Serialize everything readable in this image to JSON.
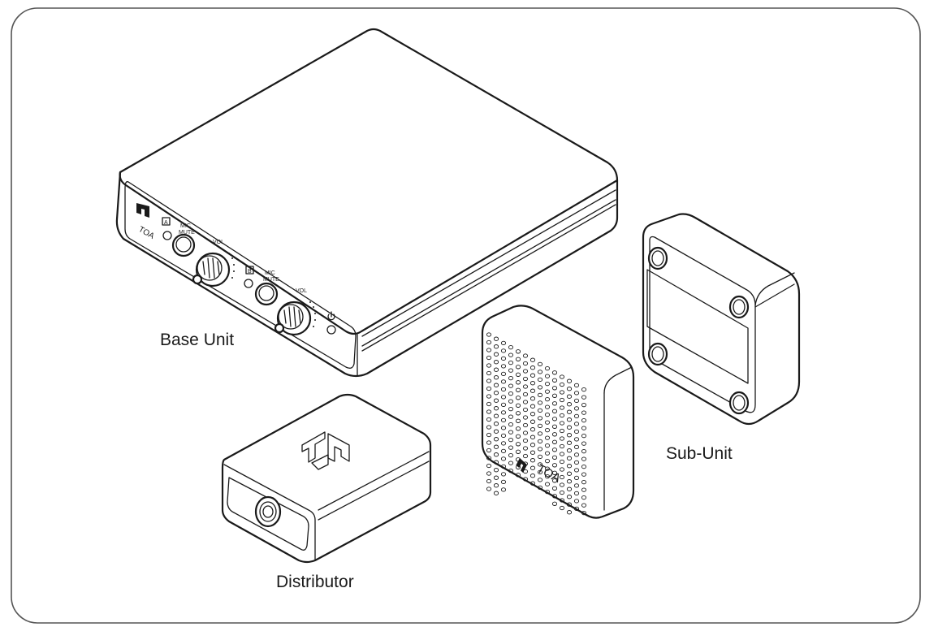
{
  "labels": {
    "base_unit": "Base Unit",
    "distributor": "Distributor",
    "sub_unit": "Sub-Unit"
  },
  "base_unit_panel": {
    "brand": "TOA",
    "channel_a": "A",
    "channel_b": "B",
    "mic_mute_line1": "MIC",
    "mic_mute_line2": "MUTE",
    "vol": "VOL"
  },
  "speaker_brand": "TOA",
  "colors": {
    "line": "#1a1a1a",
    "background": "#ffffff",
    "frame": "#555555"
  },
  "icons": [
    "toa-logo-icon",
    "power-icon"
  ]
}
